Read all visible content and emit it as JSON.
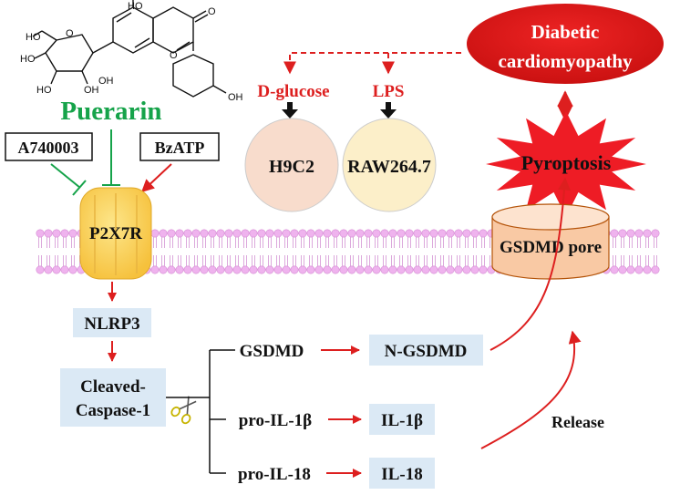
{
  "compound": {
    "name": "Puerarin",
    "structure_labels": [
      "HO",
      "HO",
      "HO",
      "HO",
      "OH",
      "OH",
      "O",
      "O",
      "O",
      "OH"
    ]
  },
  "modulators": {
    "inhibitor": "A740003",
    "agonist": "BzATP"
  },
  "cells": {
    "stimulus_left": "D-glucose",
    "stimulus_right": "LPS",
    "cell_left": "H9C2",
    "cell_right": "RAW264.7"
  },
  "disease": {
    "line1": "Diabetic",
    "line2": "cardiomyopathy"
  },
  "pyroptosis": "Pyroptosis",
  "membrane": {
    "receptor": "P2X7R",
    "pore": "GSDMD pore"
  },
  "pathway": {
    "nlrp3": "NLRP3",
    "caspase_line1": "Cleaved-",
    "caspase_line2": "Caspase-1",
    "gsdmd": "GSDMD",
    "n_gsdmd": "N-GSDMD",
    "pro_il1b": "pro-IL-1β",
    "il1b": "IL-1β",
    "pro_il18": "pro-IL-18",
    "il18": "IL-18",
    "release": "Release"
  },
  "colors": {
    "red": "#dd1f1f",
    "green": "#16a34a",
    "box_blue": "#dbe9f5",
    "receptor_yellow": "#fcd34d",
    "pore_fill": "#f9c9a4",
    "cell_left_fill": "#f8dccc",
    "cell_right_fill": "#fcefc9",
    "lipid_head": "#efb3ee"
  }
}
